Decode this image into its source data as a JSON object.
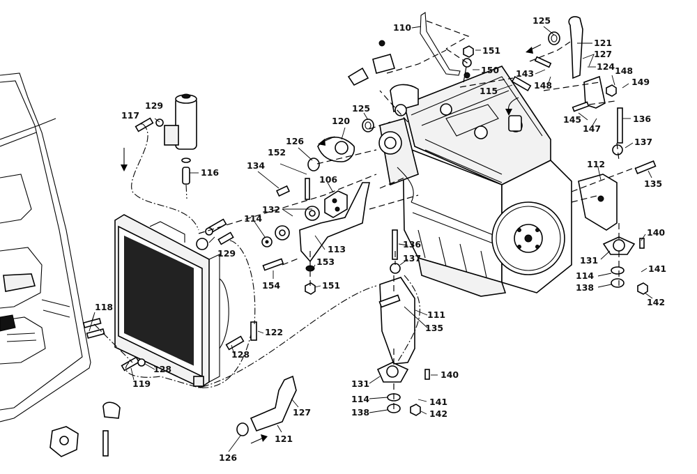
{
  "callouts": {
    "c110": "110",
    "c151a": "151",
    "c150": "150",
    "c115": "115",
    "c125a": "125",
    "c121a": "121",
    "c127a": "127",
    "c124": "124",
    "c143": "143",
    "c148a": "148",
    "c148b": "148",
    "c149": "149",
    "c136a": "136",
    "c145": "145",
    "c147": "147",
    "c137a": "137",
    "c135a": "135",
    "c112": "112",
    "c117": "117",
    "c129a": "129",
    "c116": "116",
    "c120": "120",
    "c125b": "125",
    "c126a": "126",
    "c152": "152",
    "c134": "134",
    "c106": "106",
    "c132": "132",
    "c114a": "114",
    "c113": "113",
    "c153": "153",
    "c129b": "129",
    "c154": "154",
    "c151b": "151",
    "c136b": "136",
    "c137b": "137",
    "c111": "111",
    "c135b": "135",
    "c118": "118",
    "c122": "122",
    "c128a": "128",
    "c128b": "128",
    "c119": "119",
    "c140a": "140",
    "c131a": "131",
    "c141a": "141",
    "c114b": "114",
    "c138a": "138",
    "c142a": "142",
    "c131b": "131",
    "c140b": "140",
    "c114c": "114",
    "c141b": "141",
    "c138b": "138",
    "c142b": "142",
    "c127b": "127",
    "c121b": "121",
    "c126b": "126"
  }
}
